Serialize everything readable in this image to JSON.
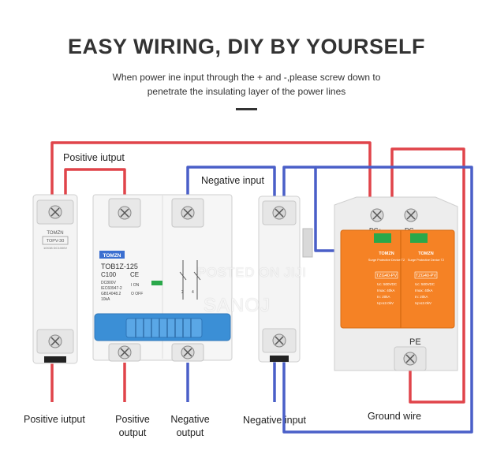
{
  "header": {
    "title": "EASY WIRING, DIY BY YOURSELF",
    "subtitle_line1": "When power ine input through the + and -,please screw down to",
    "subtitle_line2": "penetrate the insulating layer of the power lines"
  },
  "labels": {
    "positive_output_top": "Positive iutput",
    "negative_input_top": "Negative input",
    "positive_output_bottom_left": "Positive iutput",
    "positive_output_center": "Positive output",
    "negative_output": "Negative output",
    "negative_input_bottom": "Negative input",
    "ground_wire": "Ground wire",
    "pe": "PE"
  },
  "devices": {
    "fuse": {
      "brand": "TOMZN",
      "model": "TOPV-30",
      "spec": "10X38 DC1000V"
    },
    "breaker": {
      "brand": "TOMZN",
      "model": "TOB1Z-125",
      "rating": "C100",
      "mark": "CE",
      "lines": [
        "DC800V",
        "IEC60947-2",
        "GB14048.2",
        "10kA"
      ],
      "on_label": "I ON",
      "off_label": "O OFF"
    },
    "spd": {
      "brand": "TOMZN",
      "subtitle": "Surge Protective Device T2",
      "model": "TZG40-PV",
      "specs": [
        "Uc: 500VDC",
        "Imax: 40kA",
        "In: 20kA",
        "Up:≤2.0kV"
      ],
      "top_labels": [
        "DC+",
        "DC-"
      ]
    }
  },
  "watermark": {
    "line1": "POSTED ON JIJI",
    "line2": "SANOJ"
  },
  "colors": {
    "positive_wire": "#e0444a",
    "negative_wire": "#4a5fc8",
    "spd_orange": "#f58225",
    "handle_blue": "#3b8fd6"
  }
}
